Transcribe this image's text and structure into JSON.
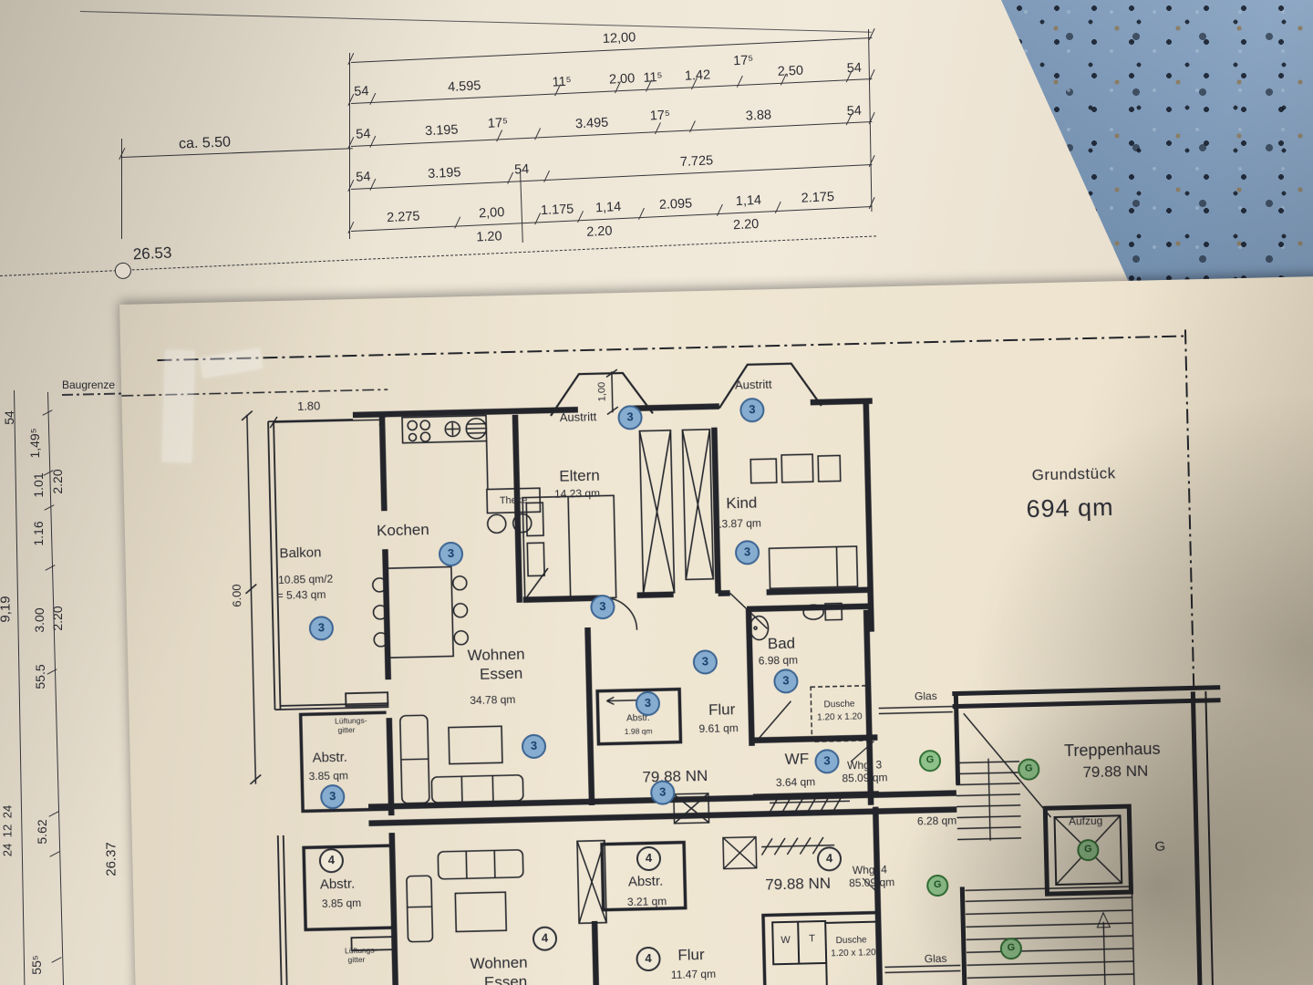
{
  "site": {
    "row1": "12,00",
    "row2": [
      "54",
      "4.595",
      "11⁵",
      "2.00",
      "11⁵",
      "1.42",
      "17⁵",
      "2,50",
      "54"
    ],
    "row3": [
      "54",
      "3.195",
      "17⁵",
      "3.495",
      "17⁵",
      "3.88",
      "54"
    ],
    "row4": [
      "54",
      "3.195",
      "54",
      "7.725"
    ],
    "row5": [
      "2.275",
      "2,00",
      "1.175",
      "1,14",
      "2.095",
      "1,14",
      "2.175"
    ],
    "row5b": [
      "1.20",
      "2.20",
      "2.20"
    ],
    "approx": "ca.  5.50",
    "boundary": "26.53",
    "baugrenze": "Baugrenze",
    "vchain": [
      "54",
      "1,49⁵",
      "1.01",
      "2.20",
      "1.16",
      "9,19",
      "3.00",
      "2.20",
      "55.5",
      "24",
      "12",
      "24",
      "5.62",
      "26.37",
      "55⁵"
    ]
  },
  "plan": {
    "grundstueck": "Grundstück",
    "grund_area": "694 qm",
    "u3": {
      "no": "3",
      "balkon": "Balkon",
      "balkon_a1": "10.85 qm/2",
      "balkon_a2": "= 5.43 qm",
      "kochen": "Kochen",
      "theke": "Theke",
      "wohnen1": "Wohnen",
      "wohnen2": "Essen",
      "wohnen_a": "34.78 qm",
      "eltern": "Eltern",
      "eltern_a": "14.23 qm",
      "kind": "Kind",
      "kind_a": "13.87 qm",
      "bad": "Bad",
      "bad_a": "6.98 qm",
      "dusche": "Dusche",
      "dusche_s": "1.20 x 1.20",
      "flur": "Flur",
      "flur_a": "9.61 qm",
      "abstr1": "Abstr.",
      "abstr1_a": "1.98 qm",
      "abstr2": "Abstr.",
      "abstr2_a": "3.85 qm",
      "wf": "WF",
      "wf_a": "3.64 qm",
      "nn": "79.88 NN",
      "whg": "Whg. 3",
      "whg_a": "85.09 qm",
      "austritt": "Austritt",
      "d100": "1,00",
      "d180": "1.80",
      "d600": "6.00",
      "lueft1": "Lüftungs-",
      "lueft2": "gitter"
    },
    "u4": {
      "no": "4",
      "abstr1": "Abstr.",
      "abstr1_a": "3.85 qm",
      "abstr2": "Abstr.",
      "abstr2_a": "3.21 qm",
      "flur": "Flur",
      "flur_a": "11.47 qm",
      "wohnen1": "Wohnen",
      "wohnen2": "Essen",
      "nn": "79.88 NN",
      "whg": "Whg. 4",
      "whg_a": "85.09 qm",
      "w": "W",
      "t": "T",
      "dusche": "Dusche",
      "dusche_s": "1.20 x 1.20",
      "lueft1": "Lüftungs-",
      "lueft2": "gitter"
    },
    "trh": {
      "name": "Treppenhaus",
      "nn": "79.88 NN",
      "aufzug": "Aufzug",
      "area": "6.28 qm",
      "glas": "Glas",
      "g": "G"
    }
  }
}
